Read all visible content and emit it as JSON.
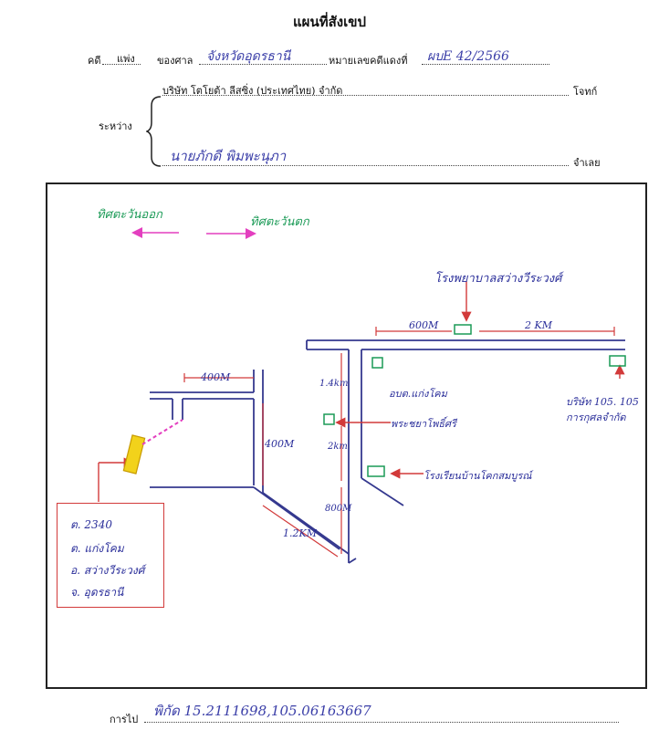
{
  "header": {
    "title": "แผนที่สังเขป",
    "case_label": "คดี",
    "case_type": "แพ่ง",
    "court_label": "ของศาล",
    "court_value": "จังหวัดอุดรธานี",
    "red_case_label": "หมายเลขคดีแดงที่",
    "red_case_value": "ผบE 42/2566"
  },
  "parties": {
    "between_label": "ระหว่าง",
    "plaintiff_name": "บริษัท โตโยต้า ลีสซิ่ง (ประเทศไทย) จำกัด",
    "plaintiff_role": "โจทก์",
    "defendant_name": "นายภักดี พิมพะนุภา",
    "defendant_role": "จำเลย"
  },
  "map": {
    "legend": {
      "left_text": "ทิศตะวันออก",
      "right_text": "ทิศตะวันตก"
    },
    "landmarks": {
      "hospital": "โรงพยาบาลสว่างวีระวงศ์",
      "dist_600m": "600M",
      "dist_2km": "2 KM",
      "office": "อบต.แก่งโคม",
      "dist_1_4km": "1.4km",
      "dist_400m_top": "400M",
      "dist_400m_side": "400M",
      "temple": "พระชยาโพธิ์ศรี",
      "dist_2km_side": "2km",
      "school": "โรงเรียนบ้านโคกสมบูรณ์",
      "dist_800m": "800M",
      "dist_1_2km": "1.2KM",
      "company": "บริษัท 105. 105",
      "company_sub": "การกุศลจำกัด"
    },
    "note": {
      "line1": "ต. 2340",
      "line2": "ต. แก่งโคม",
      "line3": "อ. สว่างวีระวงศ์",
      "line4": "จ. อุดรธานี"
    },
    "colors": {
      "road": "#35398f",
      "arrow_red": "#d23a3a",
      "building_green": "#1a9a56",
      "house_yellow": "#f2d21b",
      "legend_pink": "#e33fbf"
    }
  },
  "footer": {
    "coords_label": "การไป",
    "coords_value": "พิกัด 15.2111698,105.06163667"
  }
}
